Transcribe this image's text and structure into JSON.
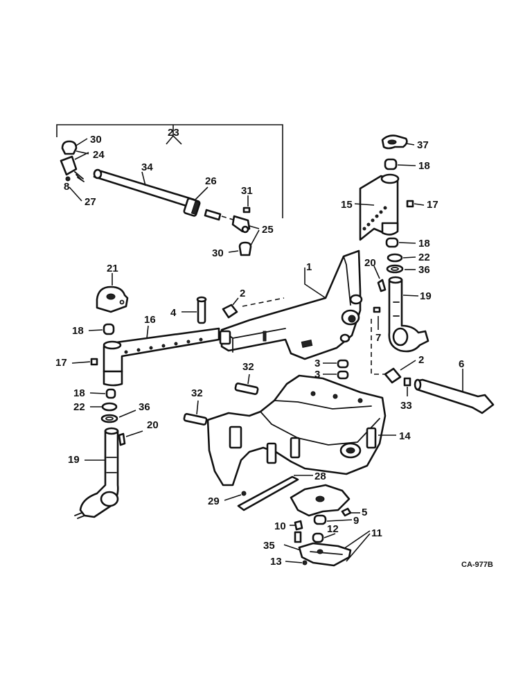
{
  "figure_code": "CA-977B",
  "callouts": {
    "c1": "1",
    "c2a": "2",
    "c2b": "2",
    "c3a": "3",
    "c3b": "3",
    "c4": "4",
    "c5": "5",
    "c6": "6",
    "c7": "7",
    "c8": "8",
    "c9": "9",
    "c10": "10",
    "c11": "11",
    "c12": "12",
    "c13": "13",
    "c14": "14",
    "c15": "15",
    "c16": "16",
    "c17a": "17",
    "c17b": "17",
    "c18a": "18",
    "c18b": "18",
    "c18c": "18",
    "c18d": "18",
    "c19a": "19",
    "c19b": "19",
    "c20a": "20",
    "c20b": "20",
    "c21": "21",
    "c22a": "22",
    "c22b": "22",
    "c23": "23",
    "c24": "24",
    "c25": "25",
    "c26": "26",
    "c27": "27",
    "c28": "28",
    "c29": "29",
    "c30a": "30",
    "c30b": "30",
    "c31": "31",
    "c32a": "32",
    "c32b": "32",
    "c33": "33",
    "c34": "34",
    "c35": "35",
    "c36a": "36",
    "c36b": "36",
    "c37": "37"
  }
}
